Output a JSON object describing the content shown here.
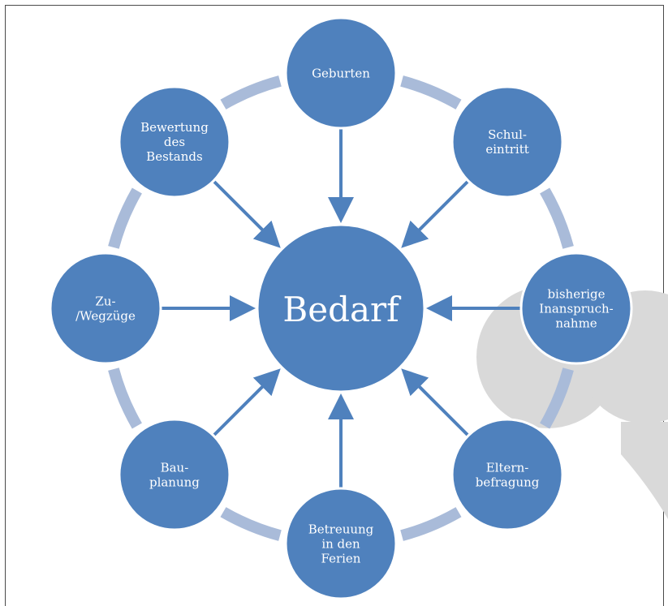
{
  "diagram": {
    "center": {
      "label": "Bedarf"
    },
    "nodes": [
      {
        "id": "geburten",
        "lines": [
          "Geburten"
        ],
        "align": "center"
      },
      {
        "id": "schuleintritt",
        "lines": [
          "Schul-",
          "eintritt"
        ],
        "align": "right"
      },
      {
        "id": "bisherige-inanspruchnahme",
        "lines": [
          "bisherige",
          "Inanspruch-",
          "nahme"
        ],
        "align": "right"
      },
      {
        "id": "elternbefragung",
        "lines": [
          "Eltern-",
          "befragung"
        ],
        "align": "right"
      },
      {
        "id": "betreuung-in-den-ferien",
        "lines": [
          "Betreuung",
          "in den",
          "Ferien"
        ],
        "align": "right"
      },
      {
        "id": "bauplanung",
        "lines": [
          "Bau-",
          "planung"
        ],
        "align": "right"
      },
      {
        "id": "zu-wegzuege",
        "lines": [
          "Zu-",
          "/Wegzüge"
        ],
        "align": "right"
      },
      {
        "id": "bewertung-des-bestands",
        "lines": [
          "Bewertung",
          "des",
          "Bestands"
        ],
        "align": "right"
      }
    ],
    "colors": {
      "node_fill": "#4f81bd",
      "node_stroke": "#ffffff",
      "ring": "#a9bbd9",
      "arrow": "#4f81bd",
      "watermark": "#d9d9d9"
    }
  }
}
